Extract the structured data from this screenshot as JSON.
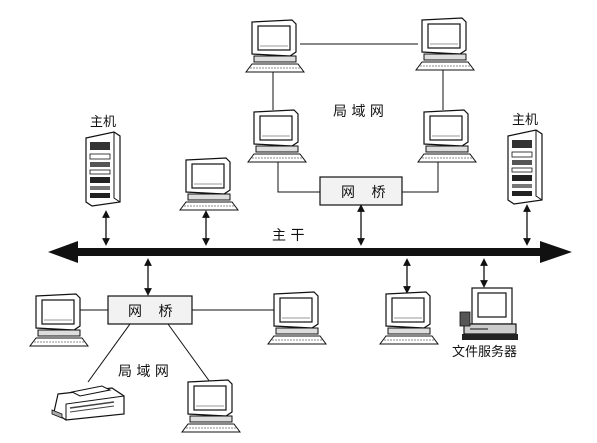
{
  "labels": {
    "host_left": "主机",
    "host_right": "主机",
    "lan_top": "局 域 网",
    "lan_bottom": "局 域 网",
    "bridge_top": "网 桥",
    "bridge_bottom": "网 桥",
    "backbone": "主 干",
    "file_server": "文件服务器"
  },
  "colors": {
    "line": "#111111",
    "backbone": "#111111",
    "box_fill": "#f2f2f2"
  },
  "icons": {
    "workstation": "desktop-computer-icon",
    "host": "tower-server-icon",
    "printer": "printer-icon",
    "file_server": "file-server-icon"
  }
}
